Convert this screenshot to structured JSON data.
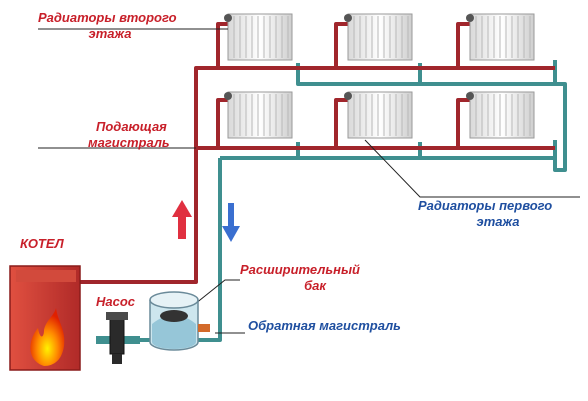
{
  "labels": {
    "radiators_second_floor_line1": "Радиаторы второго",
    "radiators_second_floor_line2": "этажа",
    "supply_main_line1": "Подающая",
    "supply_main_line2": "магистраль",
    "radiators_first_floor_line1": "Радиаторы первого",
    "radiators_first_floor_line2": "этажа",
    "boiler": "КОТЕЛ",
    "pump": "Насос",
    "expansion_tank_line1": "Расширительный",
    "expansion_tank_line2": "бак",
    "return_main": "Обратная магистраль"
  },
  "colors": {
    "supply_pipe": "#a0262c",
    "return_pipe": "#3f8f8f",
    "label_red": "#c8202a",
    "label_blue": "#1f4fa0",
    "boiler_body": "#c83a38",
    "flame": "#ff6a00",
    "radiator": "#eeeeee",
    "arrow_up": "#e03040",
    "arrow_down": "#3a6fd0"
  }
}
